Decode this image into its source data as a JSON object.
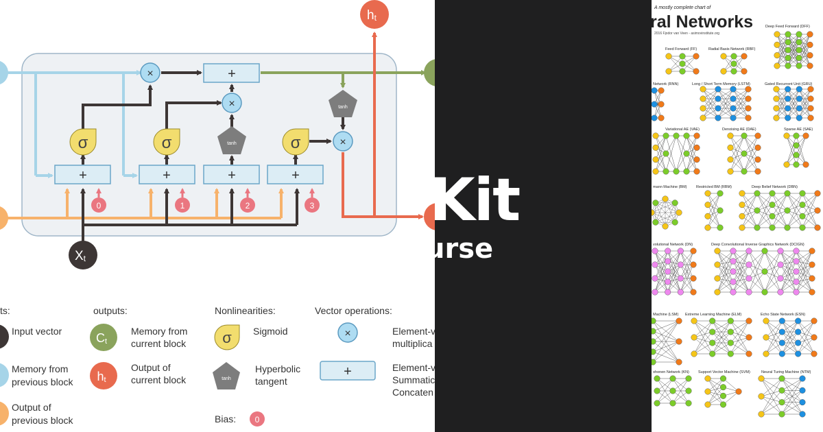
{
  "lstm": {
    "sigma": "σ",
    "tanh": "tanh",
    "plus": "+",
    "times": "×",
    "xt_main": "X",
    "xt_sub": "t",
    "ht_main": "h",
    "ht_sub": "t",
    "ct_main": "C",
    "ct_sub": "t",
    "bias_labels": [
      "0",
      "1",
      "2",
      "3"
    ],
    "legend": {
      "inputs_heading": "ts:",
      "outputs_heading": "outputs:",
      "nonlin_heading": "Nonlinearities:",
      "vecops_heading": "Vector operations:",
      "input_vector": "Input vector",
      "mem_prev_1": "Memory from",
      "mem_prev_2": "previous block",
      "out_prev_1": "Output of",
      "out_prev_2": "previous block",
      "mem_cur_1": "Memory from",
      "mem_cur_2": "current block",
      "out_cur_1": "Output of",
      "out_cur_2": "current block",
      "sigmoid": "Sigmoid",
      "hyp_1": "Hyperbolic",
      "hyp_2": "tangent",
      "bias": "Bias:",
      "bias_value": "0",
      "elem_mult_1": "Element-v",
      "elem_mult_2": "multiplica",
      "elem_sum_1": "Element-v",
      "elem_sum_2": "Summatic",
      "elem_sum_3": "Concaten"
    },
    "colors": {
      "blue": "#a6d4e8",
      "orange": "#f7b26b",
      "green": "#8aa35c",
      "red": "#e86a4e",
      "dark": "#3d3635",
      "sigmoid": "#f2dd6e",
      "tanh": "#7d7d7d",
      "op": "#aedcf2",
      "box": "#dcedf5",
      "bias": "#ea7680"
    }
  },
  "dark": {
    "title": "Kit",
    "subtitle": "urse"
  },
  "zoo": {
    "header_small": "A mostly complete chart of",
    "header_big": "ral Networks",
    "credit": "2016 Fjodor van Veen - asimovinstitute.org",
    "labels": {
      "dff": "Deep Feed Forward (DFF)",
      "ff": "Feed Forward (FF)",
      "rbf": "Radial Basis Network (RBF)",
      "rnn": "Network (RNN)",
      "lstm": "Long / Short Term Memory (LSTM)",
      "gru": "Gated Recurrent Unit (GRU)",
      "vae": "Variational AE (VAE)",
      "dae": "Denoising AE (DAE)",
      "sae": "Sparse AE (SAE)",
      "bm": "mann Machine (BM)",
      "rbm": "Restricted BM (RBM)",
      "dbn": "Deep Belief Network (DBN)",
      "dn": "volutional Network (DN)",
      "dcign": "Deep Convolutional Inverse Graphics Network (DCIGN)",
      "lsm": "Machine (LSM)",
      "elm": "Extreme Learning Machine (ELM)",
      "esn": "Echo State Network (ESN)",
      "kn": "ohonen Network (KN)",
      "svm": "Support Vector Machine (SVM)",
      "ntm": "Neural Turing Machine (NTM)"
    },
    "colors": {
      "input": "#f5c518",
      "hidden": "#7ccc2a",
      "output": "#f07a1a",
      "recurrent": "#1e90e0",
      "conv": "#ee88ee",
      "prob": "#f5c518"
    }
  }
}
